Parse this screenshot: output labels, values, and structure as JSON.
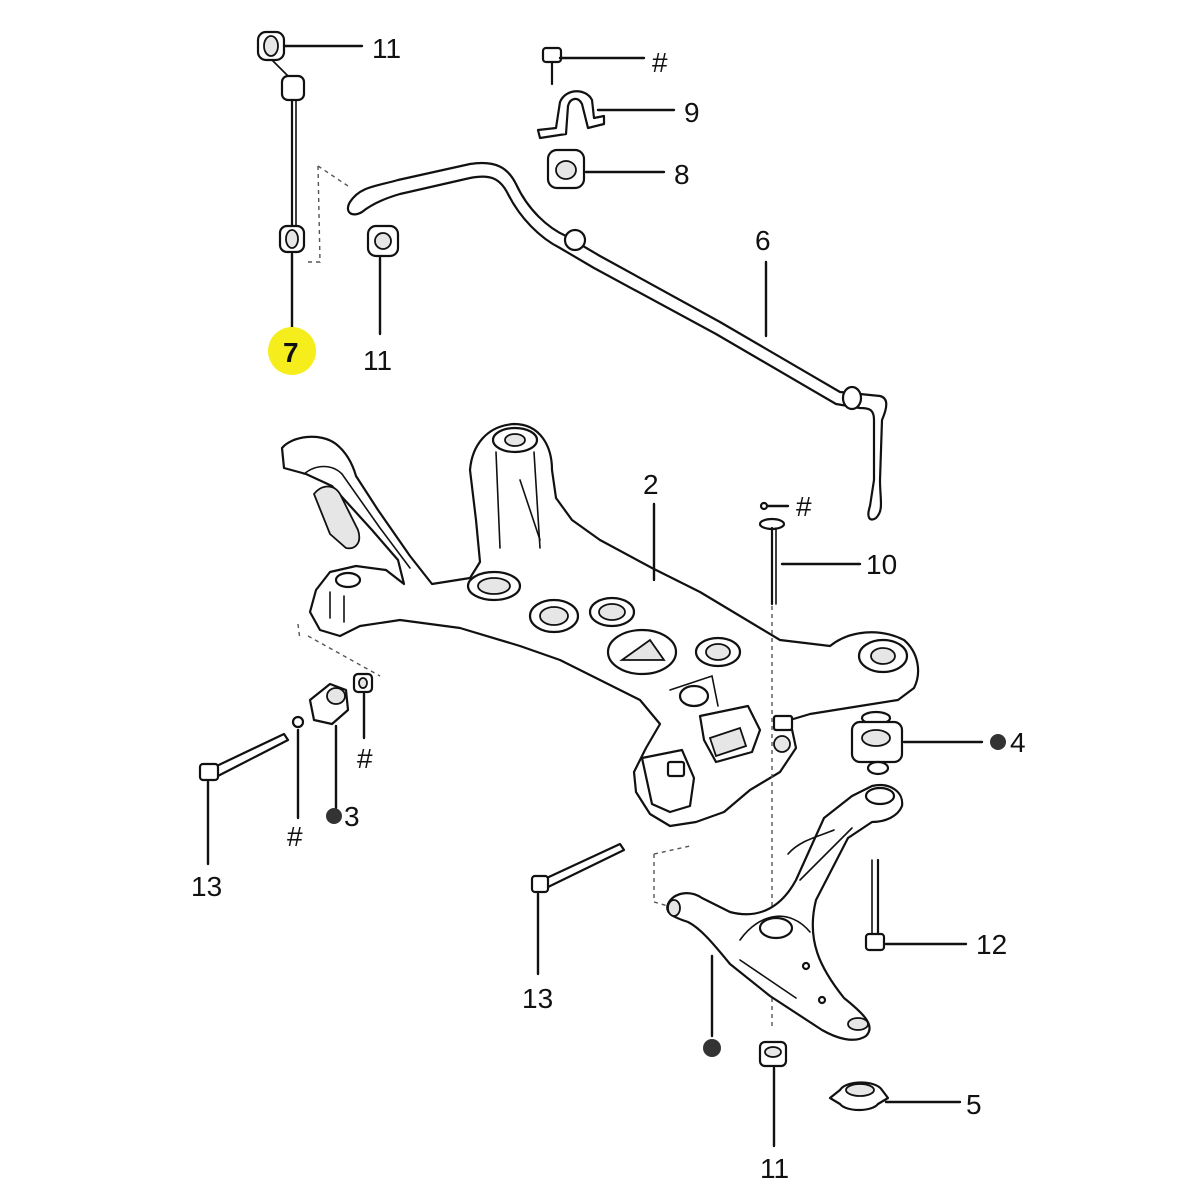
{
  "callouts": {
    "c11_top": "11",
    "c11_mid": "11",
    "c11_bottom": "11",
    "c_hash_top": "#",
    "c_hash_10": "#",
    "c_hash_left_a": "#",
    "c_hash_left_b": "#",
    "c9": "9",
    "c8": "8",
    "c6": "6",
    "c7": "7",
    "c2": "2",
    "c10": "10",
    "c4": "4",
    "c3": "3",
    "c13_left": "13",
    "c13_mid": "13",
    "c12": "12",
    "c5": "5"
  },
  "highlight_color": "#f5ee1c",
  "marker_color": "#111111"
}
